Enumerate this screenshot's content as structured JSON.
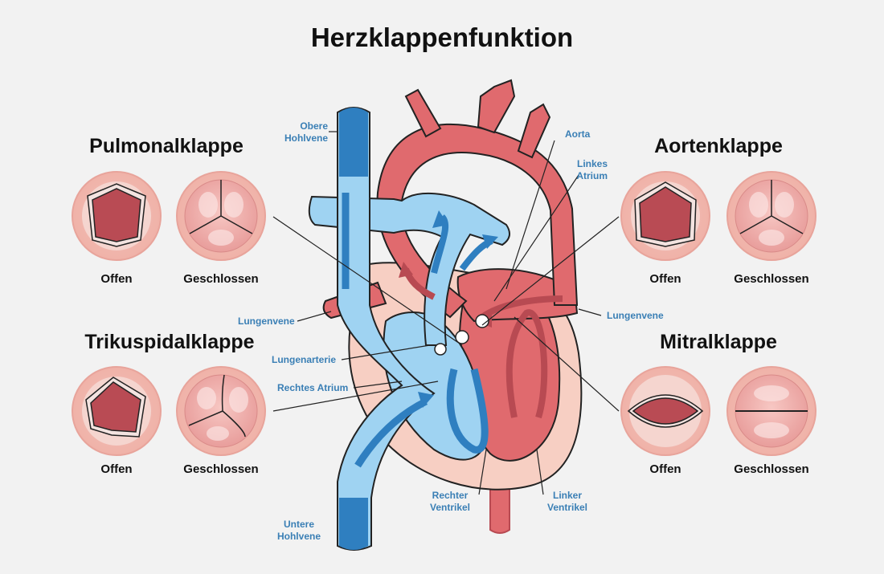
{
  "title": "Herzklappenfunktion",
  "valves": {
    "pulmonal": {
      "name": "Pulmonalklappe",
      "open": "Offen",
      "closed": "Geschlossen"
    },
    "trikuspidal": {
      "name": "Trikuspidalklappe",
      "open": "Offen",
      "closed": "Geschlossen"
    },
    "aorten": {
      "name": "Aortenklappe",
      "open": "Offen",
      "closed": "Geschlossen"
    },
    "mitral": {
      "name": "Mitralklappe",
      "open": "Offen",
      "closed": "Geschlossen"
    }
  },
  "labels": {
    "obere_hohlvene": [
      "Obere",
      "Hohlvene"
    ],
    "aorta": "Aorta",
    "linkes_atrium": [
      "Linkes",
      "Atrium"
    ],
    "lungenvene_left": "Lungenvene",
    "lungenvene_right": "Lungenvene",
    "lungenarterie": "Lungenarterie",
    "rechtes_atrium": "Rechtes Atrium",
    "rechter_ventrikel": [
      "Rechter",
      "Ventrikel"
    ],
    "linker_ventrikel": [
      "Linker",
      "Ventrikel"
    ],
    "untere_hohlvene": [
      "Untere",
      "Hohlvene"
    ]
  },
  "colors": {
    "background": "#f2f2f2",
    "artery_red": "#e06a6e",
    "dark_red": "#b84a52",
    "vein_blue": "#9fd3f2",
    "dark_blue": "#2f7fc0",
    "heart_pink": "#f7cfc3",
    "label_blue": "#3a7fb5"
  }
}
